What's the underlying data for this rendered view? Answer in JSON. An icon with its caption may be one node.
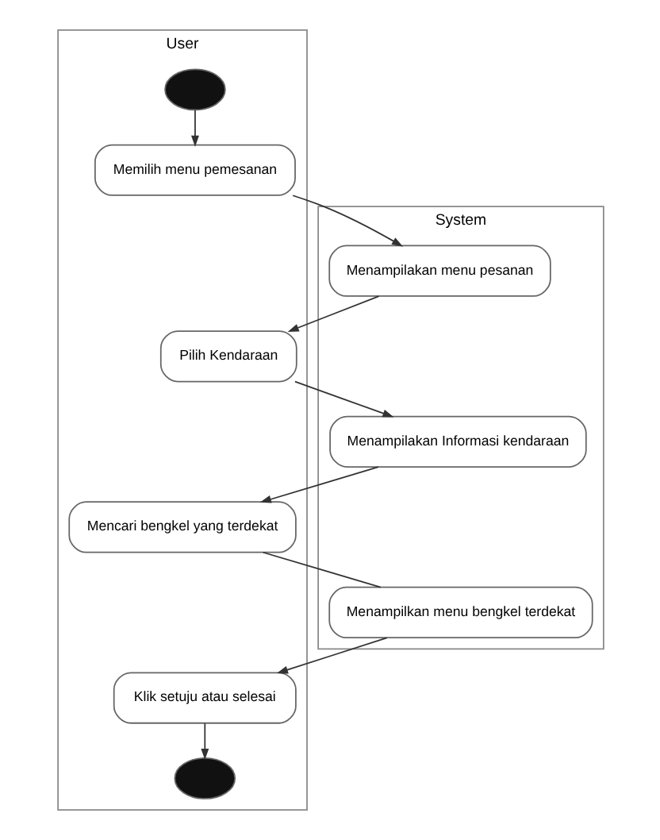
{
  "diagram": {
    "nodes": [
      {
        "text": [
          "User"
        ]
      },
      {
        "text": [
          "System"
        ]
      },
      {
        "text": [],
        "shape": "circle",
        "in": 0
      },
      {
        "text": [
          "Memilih menu pemesanan"
        ],
        "in": 0
      },
      {
        "text": [
          "Menampilakan menu pesanan"
        ],
        "in": 1
      },
      {
        "text": [
          "Pilih Kendaraan"
        ],
        "in": 0
      },
      {
        "text": [
          "Menampilakan Informasi kendaraan"
        ],
        "in": 1
      },
      {
        "text": [
          "Mencari bengkel yang terdekat"
        ],
        "in": 0
      },
      {
        "text": [
          "Menampilkan menu bengkel terdekat"
        ],
        "in": 1
      },
      {
        "text": [
          "Klik setuju atau selesai"
        ],
        "in": 0
      },
      {
        "text": [],
        "shape": "circle",
        "in": 0
      }
    ],
    "edges": [
      {
        "from": 2,
        "to": 3,
        "arrow": "to"
      },
      {
        "from": 3,
        "to": 4,
        "arrow": "to"
      },
      {
        "from": 4,
        "to": 5,
        "arrow": "to"
      },
      {
        "from": 5,
        "to": 6,
        "arrow": "to"
      },
      {
        "from": 6,
        "to": 7,
        "arrow": "to"
      },
      {
        "from": 7,
        "to": 8,
        "arrow": "none"
      },
      {
        "from": 8,
        "to": 9,
        "arrow": "to"
      },
      {
        "from": 9,
        "to": 10,
        "arrow": "to"
      }
    ]
  }
}
